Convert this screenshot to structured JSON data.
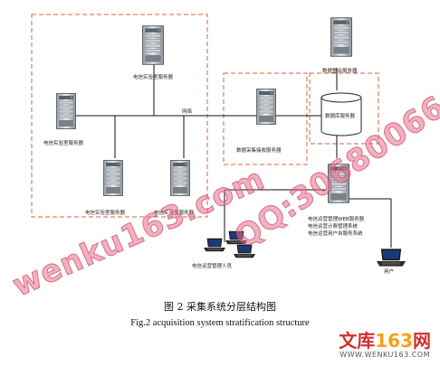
{
  "colors": {
    "frame": "#d0673a",
    "line": "#111111",
    "watermark": "#e8708c",
    "brand_red": "#d0312d",
    "brand_orange": "#f4a11a"
  },
  "nodes": {
    "test_server_top": "电信实验室服务器",
    "test_server_left": "电信实验室服务器",
    "test_server_bottom_1": "电信实验室服务器",
    "test_server_bottom_2": "电信实验室服务器",
    "network": "网络",
    "collect_server": "数据采集接收服务器",
    "integration_server": "数据整合服务器",
    "db_server": "数据库服务器",
    "web_server_line1": "电信运营管理WEB服务器",
    "web_server_line2": "电信运营计费管理系统",
    "web_server_line3": "电信运营用户自服务系统",
    "operators": "电信运营管理人员",
    "user": "用户"
  },
  "caption": {
    "cn": "图 2 采集系统分层结构图",
    "en": "Fig.2 acquisition system stratification structure"
  },
  "watermarks": {
    "left": "wenku163.com",
    "right": "QQ:30680066"
  },
  "brand": {
    "part1": "文库",
    "part2": "163",
    "part3": "网",
    "url": "WWW.WENKU163.COM"
  }
}
